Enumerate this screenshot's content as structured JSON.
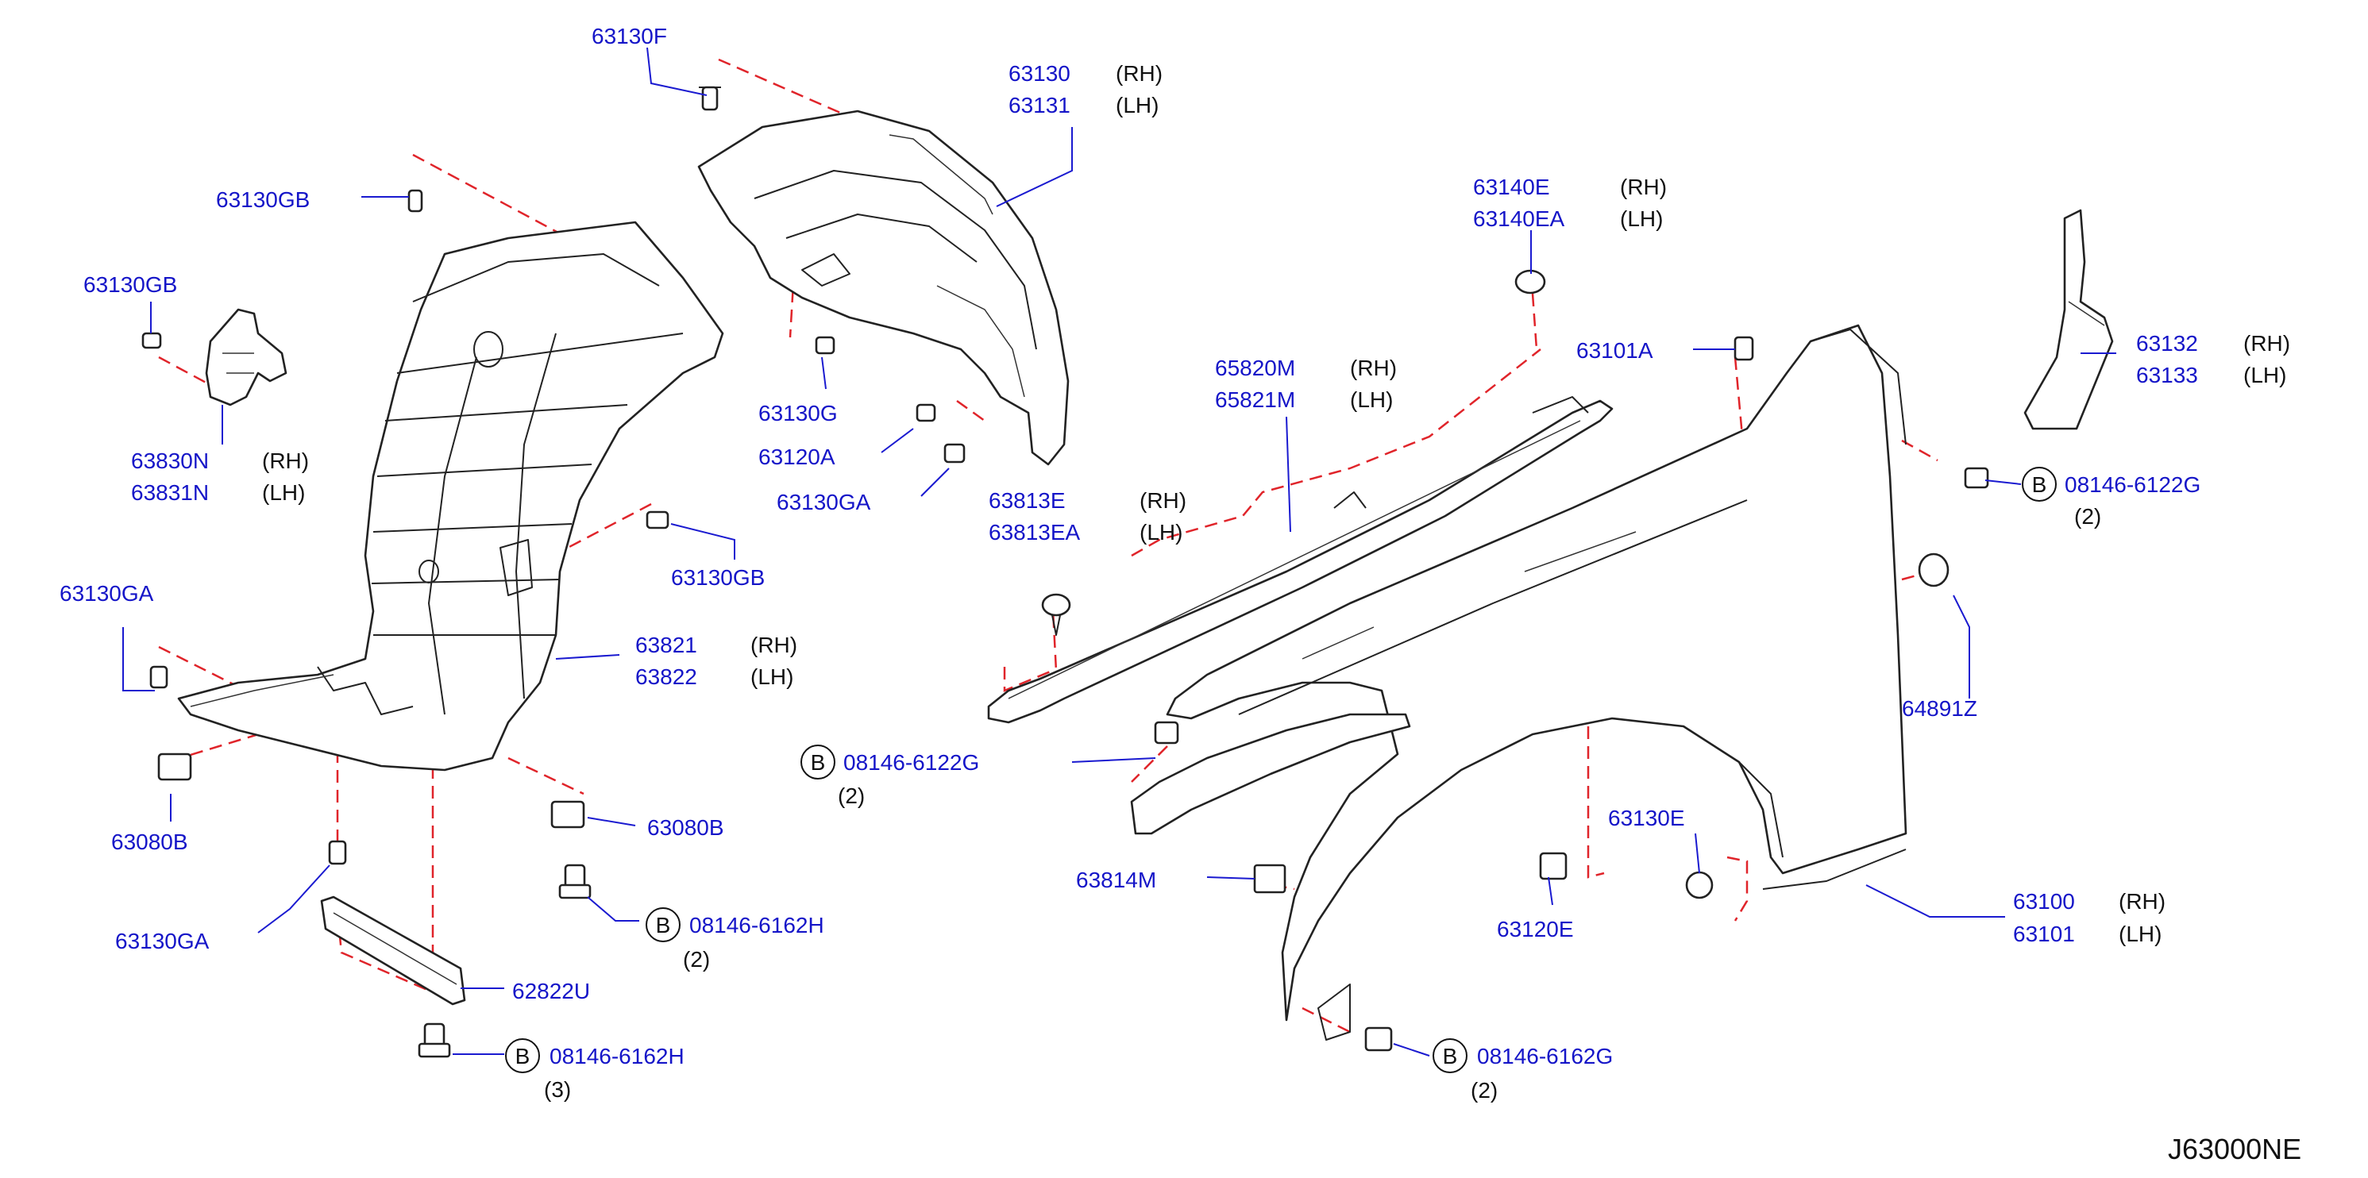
{
  "diagram_code": "J63000NE",
  "bolt_prefix": "B",
  "sides": {
    "rh": "(RH)",
    "lh": "(LH)"
  },
  "labels": {
    "p63130F": "63130F",
    "p63130": "63130",
    "p63131": "63131",
    "p63130GB_a": "63130GB",
    "p63130GB_b": "63130GB",
    "p63830N": "63830N",
    "p63831N": "63831N",
    "p63130G": "63130G",
    "p63120A": "63120A",
    "p63130GA_a": "63130GA",
    "p63130GB_c": "63130GB",
    "p63130GA_b": "63130GA",
    "p63821": "63821",
    "p63822": "63822",
    "p63080B_a": "63080B",
    "p63080B_b": "63080B",
    "p63130GA_c": "63130GA",
    "p62822U": "62822U",
    "p63140E": "63140E",
    "p63140EA": "63140EA",
    "p63101A": "63101A",
    "p65820M": "65820M",
    "p65821M": "65821M",
    "p63813E": "63813E",
    "p63813EA": "63813EA",
    "p63132": "63132",
    "p63133": "63133",
    "p64891Z": "64891Z",
    "p63130E": "63130E",
    "p63120E": "63120E",
    "p63814M": "63814M",
    "p63100": "63100",
    "p63101": "63101"
  },
  "bolts": [
    {
      "part": "08146-6122G",
      "qty": "(2)"
    },
    {
      "part": "08146-6122G",
      "qty": "(2)"
    },
    {
      "part": "08146-6162H",
      "qty": "(2)"
    },
    {
      "part": "08146-6162H",
      "qty": "(3)"
    },
    {
      "part": "08146-6162G",
      "qty": "(2)"
    }
  ]
}
